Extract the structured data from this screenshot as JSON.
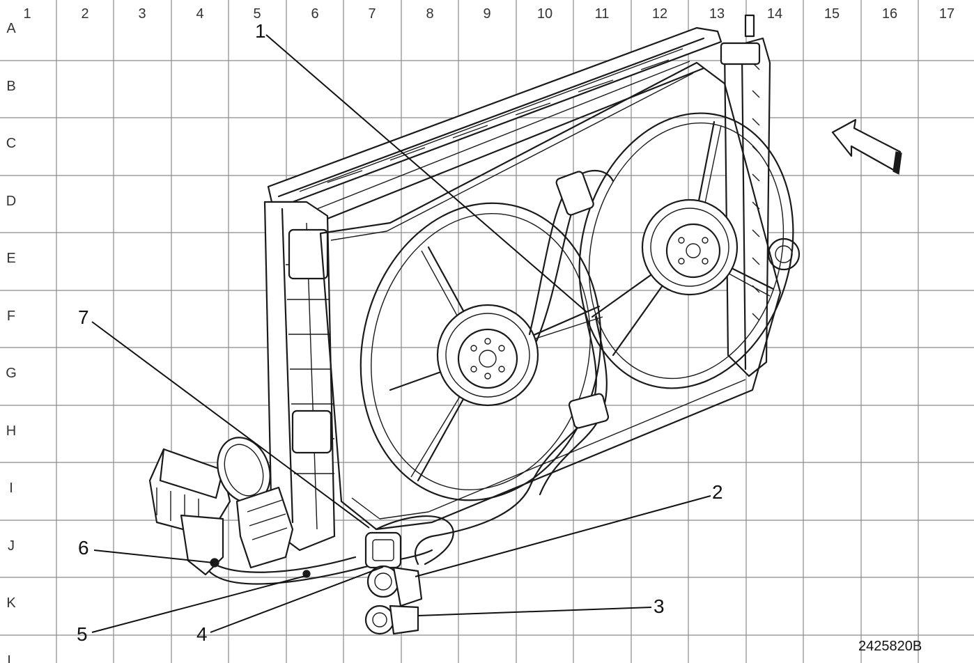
{
  "grid": {
    "columns": [
      "1",
      "2",
      "3",
      "4",
      "5",
      "6",
      "7",
      "8",
      "9",
      "10",
      "11",
      "12",
      "13",
      "14",
      "15",
      "16",
      "17"
    ],
    "rows": [
      "A",
      "B",
      "C",
      "D",
      "E",
      "F",
      "G",
      "H",
      "I",
      "J",
      "K",
      "L"
    ]
  },
  "callouts": [
    {
      "label": "1"
    },
    {
      "label": "2"
    },
    {
      "label": "3"
    },
    {
      "label": "4"
    },
    {
      "label": "5"
    },
    {
      "label": "6"
    },
    {
      "label": "7"
    }
  ],
  "figure_id": "2425820B",
  "icons": {
    "direction_arrow": "front-direction-arrow-icon"
  }
}
